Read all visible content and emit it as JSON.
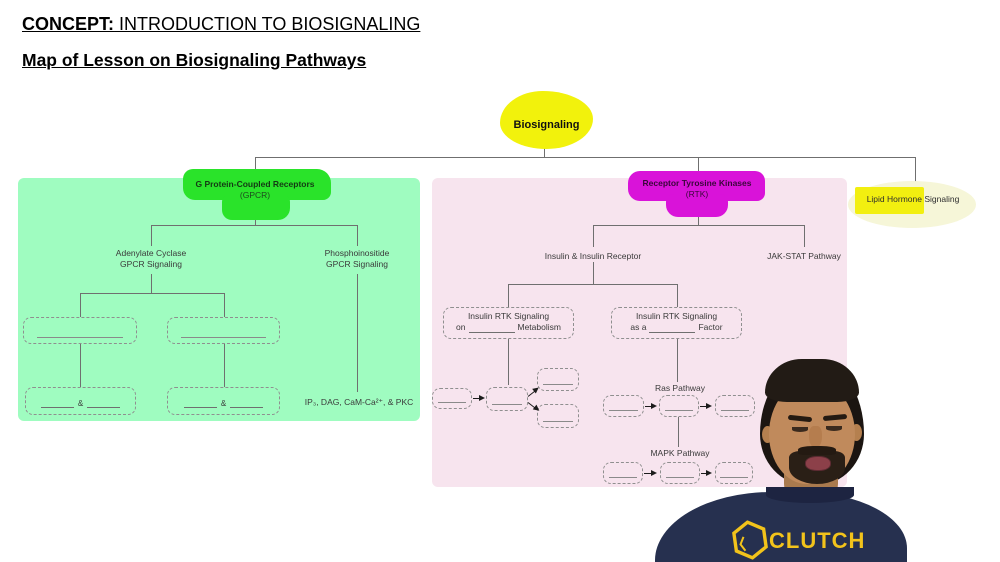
{
  "header": {
    "concept_label": "CONCEPT:",
    "concept_title": " INTRODUCTION TO BIOSIGNALING",
    "subtitle": "Map of Lesson on Biosignaling Pathways"
  },
  "map": {
    "root_label": "Biosignaling",
    "gpcr": {
      "title": "G Protein-Coupled Receptors",
      "abbr": "(GPCR)",
      "adenylate_line1": "Adenylate Cyclase",
      "adenylate_line2": "GPCR Signaling",
      "phospho_line1": "Phosphoinositide",
      "phospho_line2": "GPCR Signaling",
      "ampersand": "&",
      "second_messengers": "IP₃, DAG, CaM-Ca²⁺, & PKC"
    },
    "rtk": {
      "title": "Receptor Tyrosine Kinases",
      "abbr": "(RTK)",
      "insulin_node": "Insulin & Insulin Receptor",
      "jak_stat_node": "JAK-STAT Pathway",
      "metabolism_box_line1": "Insulin RTK Signaling",
      "metabolism_prefix": "on",
      "metabolism_suffix": "Metabolism",
      "factor_box_line1": "Insulin RTK Signaling",
      "factor_prefix": "as a",
      "factor_suffix": "Factor",
      "ras_label": "Ras Pathway",
      "mapk_label": "MAPK Pathway"
    },
    "lipid_highlight": "Lipid Hormone",
    "lipid_rest": " Signaling"
  },
  "webcam": {
    "shirt_brand": "CLUTCH"
  },
  "colors": {
    "root_highlight": "#f2f20c",
    "gpcr_highlight": "#2ae32a",
    "rtk_highlight": "#d913d9",
    "lipid_highlight": "#f2ef10",
    "gpcr_panel_bg": "#9ffcc0",
    "rtk_panel_bg": "#f7e4ee",
    "shirt_navy": "#26304f",
    "brand_yellow": "#f2c31b"
  }
}
